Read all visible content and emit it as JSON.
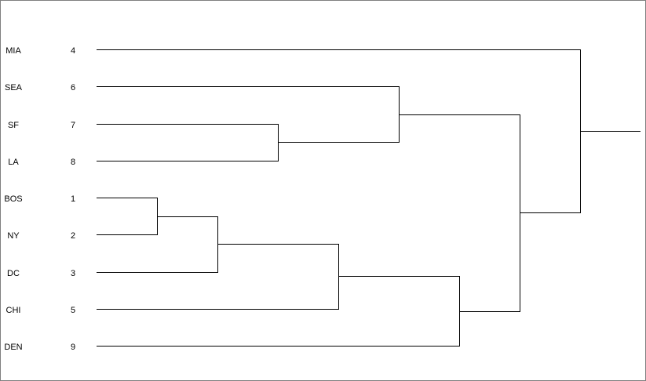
{
  "window": {
    "background": "#ffffff",
    "border_color": "#808080",
    "title": ""
  },
  "chart_data": {
    "type": "dendrogram",
    "orientation": "horizontal, leaves on left, root on right",
    "title": "",
    "xlabel": "",
    "ylabel": "",
    "axis": "none",
    "grid": false,
    "legend": "none",
    "line_color": "#000000",
    "text_color": "#000000",
    "leaves": [
      {
        "team": "MIA",
        "seed": "4"
      },
      {
        "team": "SEA",
        "seed": "6"
      },
      {
        "team": "SF",
        "seed": "7"
      },
      {
        "team": "LA",
        "seed": "8"
      },
      {
        "team": "BOS",
        "seed": "1"
      },
      {
        "team": "NY",
        "seed": "2"
      },
      {
        "team": "DC",
        "seed": "3"
      },
      {
        "team": "CHI",
        "seed": "5"
      },
      {
        "team": "DEN",
        "seed": "9"
      }
    ],
    "merges": [
      {
        "id": "M1",
        "height": 1,
        "children": [
          "BOS",
          "NY"
        ]
      },
      {
        "id": "M2",
        "height": 2,
        "children": [
          "M1",
          "DC"
        ]
      },
      {
        "id": "M3",
        "height": 3,
        "children": [
          "SF",
          "LA"
        ]
      },
      {
        "id": "M4",
        "height": 4,
        "children": [
          "M2",
          "CHI"
        ]
      },
      {
        "id": "M5",
        "height": 5,
        "children": [
          "SEA",
          "M3"
        ]
      },
      {
        "id": "M6",
        "height": 6,
        "children": [
          "M4",
          "DEN"
        ]
      },
      {
        "id": "M7",
        "height": 7,
        "children": [
          "M5",
          "M6"
        ]
      },
      {
        "id": "M8",
        "height": 8,
        "children": [
          "MIA",
          "M7"
        ]
      }
    ],
    "root_stem_height": 9,
    "height_range": [
      0,
      9
    ]
  }
}
